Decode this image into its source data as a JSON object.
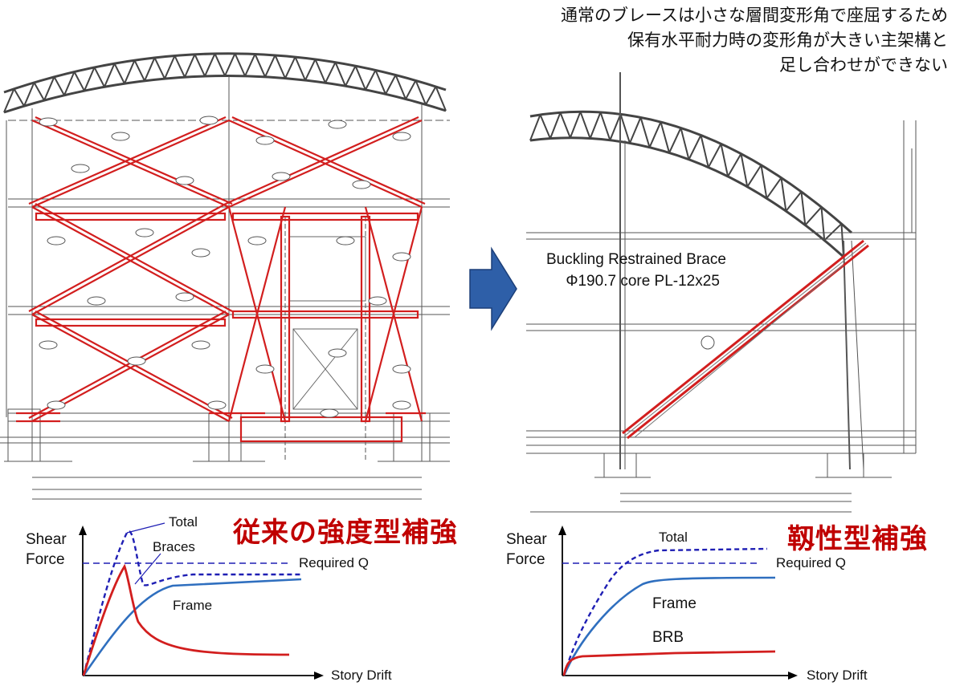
{
  "left_panel": {
    "title": "従来の強度型補強",
    "chart": {
      "y_axis_label_line1": "Shear",
      "y_axis_label_line2": "Force",
      "x_axis_label": "Story Drift",
      "labels": {
        "total": "Total",
        "braces": "Braces",
        "required": "Required Q",
        "frame": "Frame"
      }
    }
  },
  "right_panel": {
    "title": "靱性型補強",
    "note_lines": [
      "通常のブレースは小さな層間変形角で座屈するため",
      "保有水平耐力時の変形角が大きい主架構と",
      "足し合わせができない"
    ],
    "brace_label_line1": "Buckling Restrained Brace",
    "brace_label_line2": "Φ190.7 core PL-12x25",
    "chart": {
      "y_axis_label_line1": "Shear",
      "y_axis_label_line2": "Force",
      "x_axis_label": "Story Drift",
      "labels": {
        "total": "Total",
        "required": "Required Q",
        "frame": "Frame",
        "brb": "BRB"
      }
    }
  },
  "colors": {
    "red": "#d21e1e",
    "title_red": "#c00000",
    "blue_dark": "#1f1fb4",
    "blue": "#2f6fbf",
    "arrow": "#2e5fa8",
    "drawing_gray": "#555555"
  }
}
